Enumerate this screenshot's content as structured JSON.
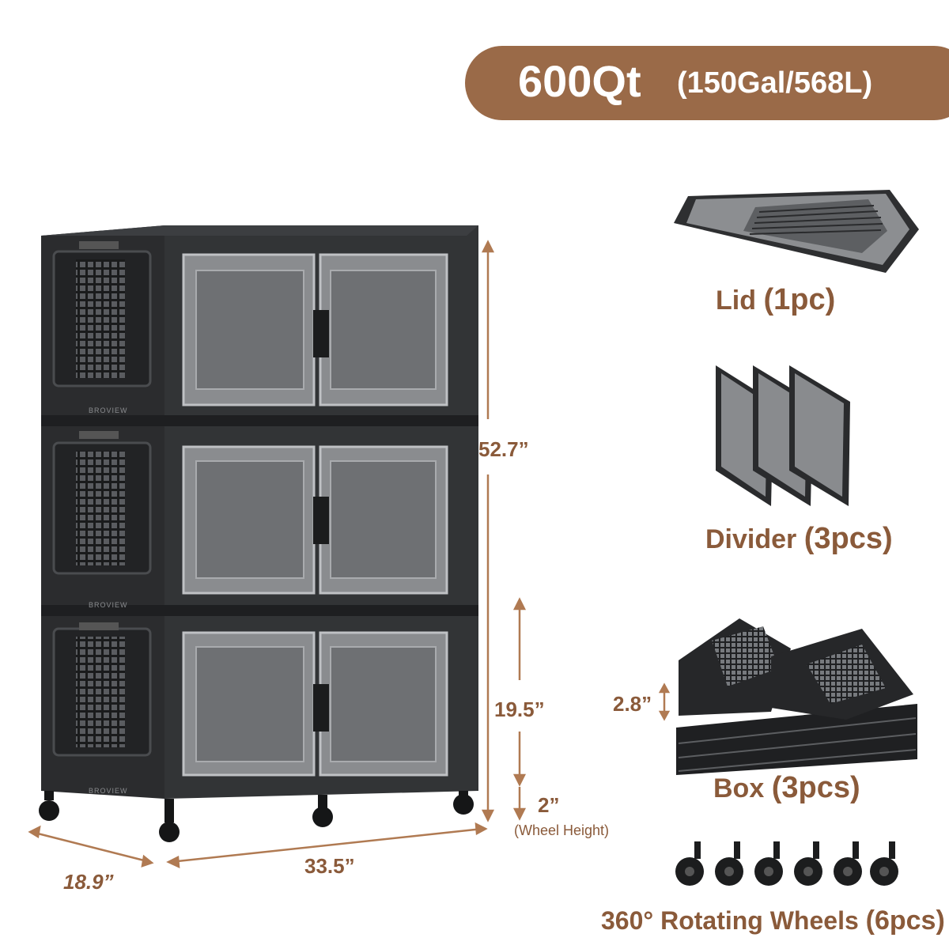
{
  "banner": {
    "capacity": "600Qt",
    "conversions": "(150Gal/568L)"
  },
  "brand": "BROVIEW",
  "dimensions": {
    "height": "52.7”",
    "depth": "18.9”",
    "width": "33.5”",
    "box_height": "19.5”",
    "wheel_height_value": "2”",
    "wheel_height_caption": "(Wheel Height)",
    "folded_box_height": "2.8”"
  },
  "parts": {
    "lid": {
      "name": "Lid ",
      "qty": "(1pc)"
    },
    "divider": {
      "name": "Divider ",
      "qty": "(3pcs)"
    },
    "box": {
      "name": "Box ",
      "qty": "(3pcs)"
    },
    "wheels": {
      "name": "360° Rotating Wheels ",
      "qty": "(6pcs)"
    }
  },
  "colors": {
    "accent": "#9a6a48",
    "label_text": "#8a5a3a",
    "cabinet": "#2b2c2e",
    "door_panel": "#7d7f82"
  }
}
